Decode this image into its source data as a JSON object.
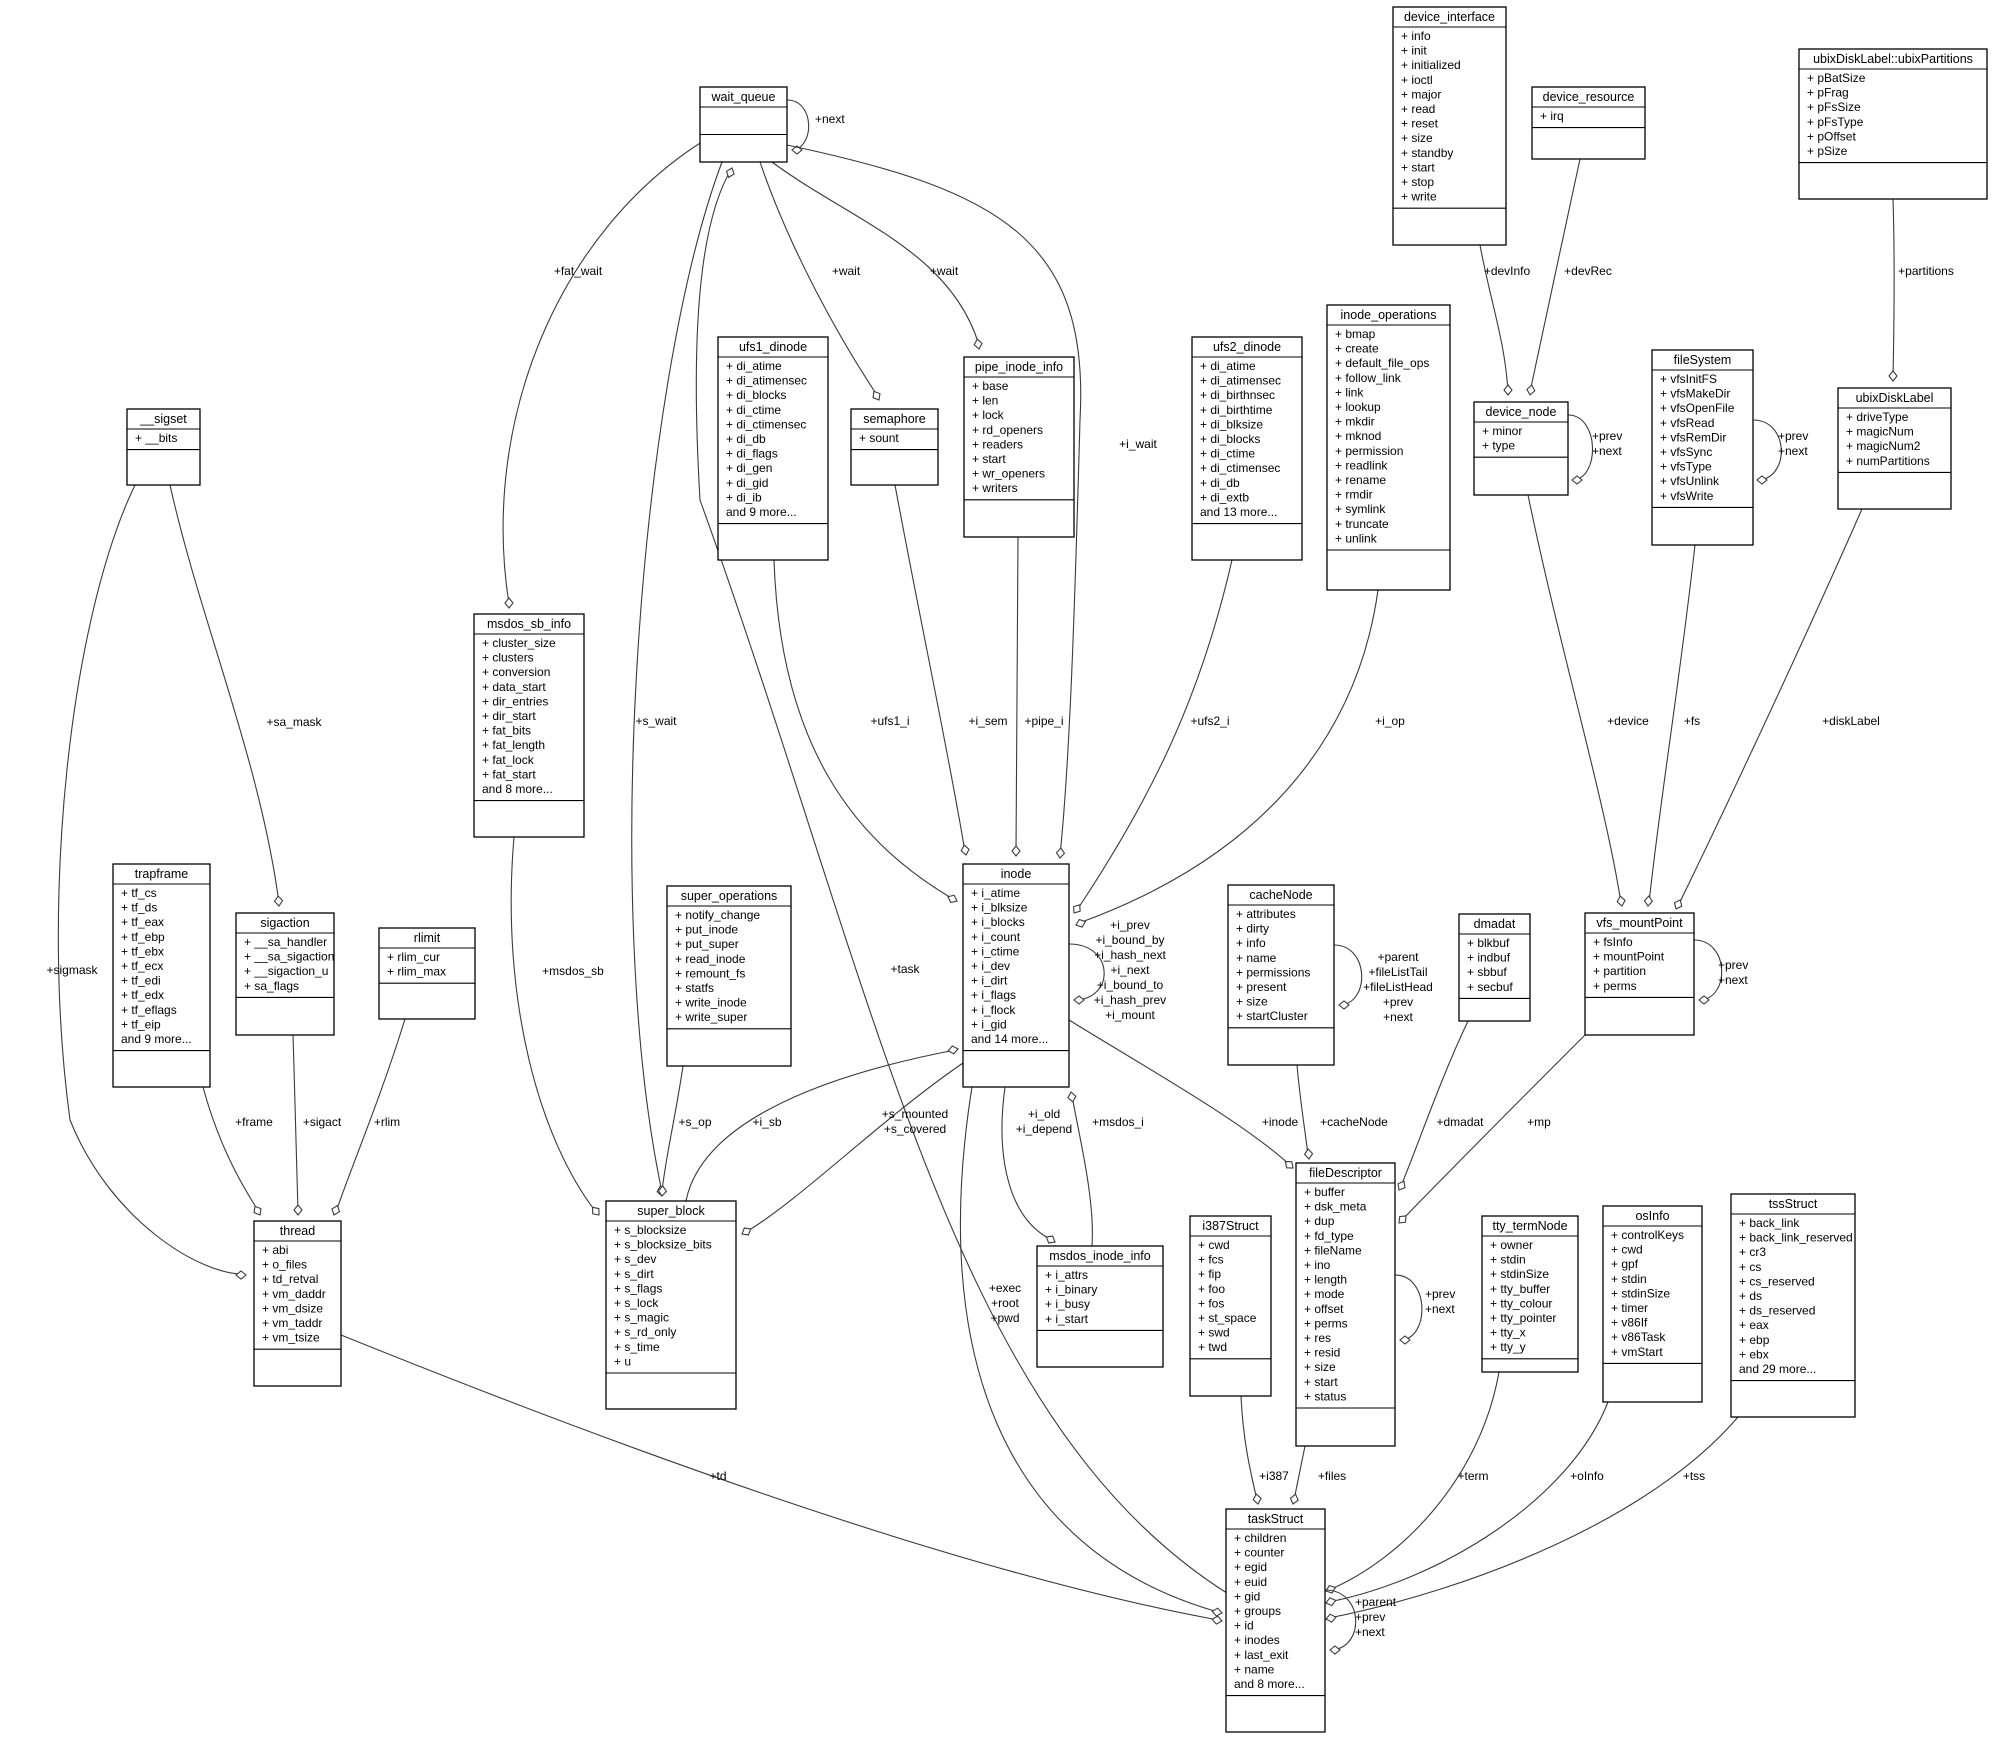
{
  "highlight_fill": "#bfbfbf",
  "classes": [
    {
      "id": "wait_queue",
      "title": "wait_queue",
      "members": [],
      "highlight": true
    },
    {
      "id": "device_interface",
      "title": "device_interface",
      "members": [
        "+ info",
        "+ init",
        "+ initialized",
        "+ ioctl",
        "+ major",
        "+ read",
        "+ reset",
        "+ size",
        "+ standby",
        "+ start",
        "+ stop",
        "+ write"
      ]
    },
    {
      "id": "device_resource",
      "title": "device_resource",
      "members": [
        "+ irq"
      ]
    },
    {
      "id": "ubixDiskLabel_ubixPartitions",
      "title": "ubixDiskLabel::ubixPartitions",
      "members": [
        "+ pBatSize",
        "+ pFrag",
        "+ pFsSize",
        "+ pFsType",
        "+ pOffset",
        "+ pSize"
      ]
    },
    {
      "id": "sigset",
      "title": "__sigset",
      "members": [
        "+ __bits"
      ]
    },
    {
      "id": "ufs1_dinode",
      "title": "ufs1_dinode",
      "members": [
        "+ di_atime",
        "+ di_atimensec",
        "+ di_blocks",
        "+ di_ctime",
        "+ di_ctimensec",
        "+ di_db",
        "+ di_flags",
        "+ di_gen",
        "+ di_gid",
        "+ di_ib",
        "and 9 more..."
      ]
    },
    {
      "id": "semaphore",
      "title": "semaphore",
      "members": [
        "+ sount"
      ]
    },
    {
      "id": "pipe_inode_info",
      "title": "pipe_inode_info",
      "members": [
        "+ base",
        "+ len",
        "+ lock",
        "+ rd_openers",
        "+ readers",
        "+ start",
        "+ wr_openers",
        "+ writers"
      ]
    },
    {
      "id": "ufs2_dinode",
      "title": "ufs2_dinode",
      "members": [
        "+ di_atime",
        "+ di_atimensec",
        "+ di_birthnsec",
        "+ di_birthtime",
        "+ di_blksize",
        "+ di_blocks",
        "+ di_ctime",
        "+ di_ctimensec",
        "+ di_db",
        "+ di_extb",
        "and 13 more..."
      ]
    },
    {
      "id": "inode_operations",
      "title": "inode_operations",
      "members": [
        "+ bmap",
        "+ create",
        "+ default_file_ops",
        "+ follow_link",
        "+ link",
        "+ lookup",
        "+ mkdir",
        "+ mknod",
        "+ permission",
        "+ readlink",
        "+ rename",
        "+ rmdir",
        "+ symlink",
        "+ truncate",
        "+ unlink"
      ]
    },
    {
      "id": "device_node",
      "title": "device_node",
      "members": [
        "+ minor",
        "+ type"
      ]
    },
    {
      "id": "fileSystem",
      "title": "fileSystem",
      "members": [
        "+ vfsInitFS",
        "+ vfsMakeDir",
        "+ vfsOpenFile",
        "+ vfsRead",
        "+ vfsRemDir",
        "+ vfsSync",
        "+ vfsType",
        "+ vfsUnlink",
        "+ vfsWrite"
      ]
    },
    {
      "id": "ubixDiskLabel",
      "title": "ubixDiskLabel",
      "members": [
        "+ driveType",
        "+ magicNum",
        "+ magicNum2",
        "+ numPartitions"
      ]
    },
    {
      "id": "msdos_sb_info",
      "title": "msdos_sb_info",
      "members": [
        "+ cluster_size",
        "+ clusters",
        "+ conversion",
        "+ data_start",
        "+ dir_entries",
        "+ dir_start",
        "+ fat_bits",
        "+ fat_length",
        "+ fat_lock",
        "+ fat_start",
        "and 8 more..."
      ]
    },
    {
      "id": "trapframe",
      "title": "trapframe",
      "members": [
        "+ tf_cs",
        "+ tf_ds",
        "+ tf_eax",
        "+ tf_ebp",
        "+ tf_ebx",
        "+ tf_ecx",
        "+ tf_edi",
        "+ tf_edx",
        "+ tf_eflags",
        "+ tf_eip",
        "and 9 more..."
      ]
    },
    {
      "id": "sigaction",
      "title": "sigaction",
      "members": [
        "+ __sa_handler",
        "+ __sa_sigaction",
        "+ __sigaction_u",
        "+ sa_flags"
      ]
    },
    {
      "id": "rlimit",
      "title": "rlimit",
      "members": [
        "+ rlim_cur",
        "+ rlim_max"
      ]
    },
    {
      "id": "super_operations",
      "title": "super_operations",
      "members": [
        "+ notify_change",
        "+ put_inode",
        "+ put_super",
        "+ read_inode",
        "+ remount_fs",
        "+ statfs",
        "+ write_inode",
        "+ write_super"
      ]
    },
    {
      "id": "inode",
      "title": "inode",
      "members": [
        "+ i_atime",
        "+ i_blksize",
        "+ i_blocks",
        "+ i_count",
        "+ i_ctime",
        "+ i_dev",
        "+ i_dirt",
        "+ i_flags",
        "+ i_flock",
        "+ i_gid",
        "and 14 more..."
      ]
    },
    {
      "id": "cacheNode",
      "title": "cacheNode",
      "members": [
        "+ attributes",
        "+ dirty",
        "+ info",
        "+ name",
        "+ permissions",
        "+ present",
        "+ size",
        "+ startCluster"
      ]
    },
    {
      "id": "dmadat",
      "title": "dmadat",
      "members": [
        "+ blkbuf",
        "+ indbuf",
        "+ sbbuf",
        "+ secbuf"
      ]
    },
    {
      "id": "vfs_mountPoint",
      "title": "vfs_mountPoint",
      "members": [
        "+ fsInfo",
        "+ mountPoint",
        "+ partition",
        "+ perms"
      ]
    },
    {
      "id": "thread",
      "title": "thread",
      "members": [
        "+ abi",
        "+ o_files",
        "+ td_retval",
        "+ vm_daddr",
        "+ vm_dsize",
        "+ vm_taddr",
        "+ vm_tsize"
      ]
    },
    {
      "id": "super_block",
      "title": "super_block",
      "members": [
        "+ s_blocksize",
        "+ s_blocksize_bits",
        "+ s_dev",
        "+ s_dirt",
        "+ s_flags",
        "+ s_lock",
        "+ s_magic",
        "+ s_rd_only",
        "+ s_time",
        "+ u"
      ]
    },
    {
      "id": "msdos_inode_info",
      "title": "msdos_inode_info",
      "members": [
        "+ i_attrs",
        "+ i_binary",
        "+ i_busy",
        "+ i_start"
      ]
    },
    {
      "id": "fileDescriptor",
      "title": "fileDescriptor",
      "members": [
        "+ buffer",
        "+ dsk_meta",
        "+ dup",
        "+ fd_type",
        "+ fileName",
        "+ ino",
        "+ length",
        "+ mode",
        "+ offset",
        "+ perms",
        "+ res",
        "+ resid",
        "+ size",
        "+ start",
        "+ status"
      ]
    },
    {
      "id": "i387Struct",
      "title": "i387Struct",
      "members": [
        "+ cwd",
        "+ fcs",
        "+ fip",
        "+ foo",
        "+ fos",
        "+ st_space",
        "+ swd",
        "+ twd"
      ]
    },
    {
      "id": "tty_termNode",
      "title": "tty_termNode",
      "members": [
        "+ owner",
        "+ stdin",
        "+ stdinSize",
        "+ tty_buffer",
        "+ tty_colour",
        "+ tty_pointer",
        "+ tty_x",
        "+ tty_y"
      ]
    },
    {
      "id": "osInfo",
      "title": "osInfo",
      "members": [
        "+ controlKeys",
        "+ cwd",
        "+ gpf",
        "+ stdin",
        "+ stdinSize",
        "+ timer",
        "+ v86If",
        "+ v86Task",
        "+ vmStart"
      ]
    },
    {
      "id": "tssStruct",
      "title": "tssStruct",
      "members": [
        "+ back_link",
        "+ back_link_reserved",
        "+ cr3",
        "+ cs",
        "+ cs_reserved",
        "+ ds",
        "+ ds_reserved",
        "+ eax",
        "+ ebp",
        "+ ebx",
        "and 29 more..."
      ]
    },
    {
      "id": "taskStruct",
      "title": "taskStruct",
      "members": [
        "+ children",
        "+ counter",
        "+ egid",
        "+ euid",
        "+ gid",
        "+ groups",
        "+ id",
        "+ inodes",
        "+ last_exit",
        "+ name",
        "and 8 more..."
      ]
    }
  ],
  "edges": [
    {
      "id": "wq-self",
      "from": "wait_queue",
      "to": "wait_queue",
      "labels": [
        "+next"
      ]
    },
    {
      "id": "wq-msdos",
      "from": "wait_queue",
      "to": "msdos_sb_info",
      "labels": [
        "+fat_wait"
      ]
    },
    {
      "id": "wq-sb",
      "from": "wait_queue",
      "to": "super_block",
      "labels": [
        "+s_wait"
      ]
    },
    {
      "id": "wq-task",
      "from": "taskStruct",
      "to": "wait_queue",
      "labels": [
        "+task"
      ]
    },
    {
      "id": "wq-sem",
      "from": "wait_queue",
      "to": "semaphore",
      "labels": [
        "+wait"
      ]
    },
    {
      "id": "wq-pipe",
      "from": "wait_queue",
      "to": "pipe_inode_info",
      "labels": [
        "+wait"
      ]
    },
    {
      "id": "wq-inode",
      "from": "wait_queue",
      "to": "inode",
      "labels": [
        "+i_wait"
      ]
    },
    {
      "id": "devint-node",
      "from": "device_interface",
      "to": "device_node",
      "labels": [
        "+devInfo"
      ]
    },
    {
      "id": "devres-node",
      "from": "device_resource",
      "to": "device_node",
      "labels": [
        "+devRec"
      ]
    },
    {
      "id": "devnode-self",
      "from": "device_node",
      "to": "device_node",
      "labels": [
        "+prev",
        "+next"
      ]
    },
    {
      "id": "parts-label",
      "from": "ubixDiskLabel_ubixPartitions",
      "to": "ubixDiskLabel",
      "labels": [
        "+partitions"
      ]
    },
    {
      "id": "fs-self",
      "from": "fileSystem",
      "to": "fileSystem",
      "labels": [
        "+prev",
        "+next"
      ]
    },
    {
      "id": "sigset-sigaction",
      "from": "sigset",
      "to": "sigaction",
      "labels": [
        "+sa_mask"
      ]
    },
    {
      "id": "sigset-thread",
      "from": "sigset",
      "to": "thread",
      "labels": [
        "+sigmask"
      ]
    },
    {
      "id": "ufs1-inode",
      "from": "ufs1_dinode",
      "to": "inode",
      "labels": [
        "+ufs1_i"
      ]
    },
    {
      "id": "sem-inode",
      "from": "semaphore",
      "to": "inode",
      "labels": [
        "+i_sem"
      ]
    },
    {
      "id": "pipe-inode",
      "from": "pipe_inode_info",
      "to": "inode",
      "labels": [
        "+pipe_i"
      ]
    },
    {
      "id": "ufs2-inode",
      "from": "ufs2_dinode",
      "to": "inode",
      "labels": [
        "+ufs2_i"
      ]
    },
    {
      "id": "iop-inode",
      "from": "inode_operations",
      "to": "inode",
      "labels": [
        "+i_op"
      ]
    },
    {
      "id": "devnode-mp",
      "from": "device_node",
      "to": "vfs_mountPoint",
      "labels": [
        "+device"
      ]
    },
    {
      "id": "fs-mp",
      "from": "fileSystem",
      "to": "vfs_mountPoint",
      "labels": [
        "+fs"
      ]
    },
    {
      "id": "label-mp",
      "from": "ubixDiskLabel",
      "to": "vfs_mountPoint",
      "labels": [
        "+diskLabel"
      ]
    },
    {
      "id": "msdos-sb",
      "from": "msdos_sb_info",
      "to": "super_block",
      "labels": [
        "+msdos_sb"
      ]
    },
    {
      "id": "inode-self",
      "from": "inode",
      "to": "inode",
      "labels": [
        "+i_prev",
        "+i_bound_by",
        "+i_hash_next",
        "+i_next",
        "+i_bound_to",
        "+i_hash_prev",
        "+i_mount"
      ]
    },
    {
      "id": "cache-self",
      "from": "cacheNode",
      "to": "cacheNode",
      "labels": [
        "+parent",
        "+fileListTail",
        "+fileListHead",
        "+prev",
        "+next"
      ]
    },
    {
      "id": "mp-self",
      "from": "vfs_mountPoint",
      "to": "vfs_mountPoint",
      "labels": [
        "+prev",
        "+next"
      ]
    },
    {
      "id": "trap-thread",
      "from": "trapframe",
      "to": "thread",
      "labels": [
        "+frame"
      ]
    },
    {
      "id": "sigaction-thread",
      "from": "sigaction",
      "to": "thread",
      "labels": [
        "+sigact"
      ]
    },
    {
      "id": "rlimit-thread",
      "from": "rlimit",
      "to": "thread",
      "labels": [
        "+rlim"
      ]
    },
    {
      "id": "sops-sb",
      "from": "super_operations",
      "to": "super_block",
      "labels": [
        "+s_op"
      ]
    },
    {
      "id": "inode-sb",
      "from": "inode",
      "to": "super_block",
      "labels": [
        "+s_mounted",
        "+s_covered"
      ]
    },
    {
      "id": "sb-inode",
      "from": "super_block",
      "to": "inode",
      "labels": [
        "+i_sb"
      ]
    },
    {
      "id": "inode-msdosi",
      "from": "inode",
      "to": "msdos_inode_info",
      "labels": [
        "+i_old",
        "+i_depend"
      ]
    },
    {
      "id": "msdosi-inode",
      "from": "msdos_inode_info",
      "to": "inode",
      "labels": [
        "+msdos_i"
      ]
    },
    {
      "id": "inode-fd",
      "from": "inode",
      "to": "fileDescriptor",
      "labels": [
        "+inode"
      ]
    },
    {
      "id": "cache-fd",
      "from": "cacheNode",
      "to": "fileDescriptor",
      "labels": [
        "+cacheNode"
      ]
    },
    {
      "id": "dmadat-fd",
      "from": "dmadat",
      "to": "fileDescriptor",
      "labels": [
        "+dmadat"
      ]
    },
    {
      "id": "mp-fd",
      "from": "vfs_mountPoint",
      "to": "fileDescriptor",
      "labels": [
        "+mp"
      ]
    },
    {
      "id": "fd-self",
      "from": "fileDescriptor",
      "to": "fileDescriptor",
      "labels": [
        "+prev",
        "+next"
      ]
    },
    {
      "id": "inode-task",
      "from": "inode",
      "to": "taskStruct",
      "labels": [
        "+exec",
        "+root",
        "+pwd"
      ]
    },
    {
      "id": "thread-task",
      "from": "thread",
      "to": "taskStruct",
      "labels": [
        "+td"
      ]
    },
    {
      "id": "i387-task",
      "from": "i387Struct",
      "to": "taskStruct",
      "labels": [
        "+i387"
      ]
    },
    {
      "id": "fd-task",
      "from": "fileDescriptor",
      "to": "taskStruct",
      "labels": [
        "+files"
      ]
    },
    {
      "id": "term-task",
      "from": "tty_termNode",
      "to": "taskStruct",
      "labels": [
        "+term"
      ]
    },
    {
      "id": "osinfo-task",
      "from": "osInfo",
      "to": "taskStruct",
      "labels": [
        "+oInfo"
      ]
    },
    {
      "id": "tss-task",
      "from": "tssStruct",
      "to": "taskStruct",
      "labels": [
        "+tss"
      ]
    },
    {
      "id": "task-self",
      "from": "taskStruct",
      "to": "taskStruct",
      "labels": [
        "+parent",
        "+prev",
        "+next"
      ]
    }
  ]
}
